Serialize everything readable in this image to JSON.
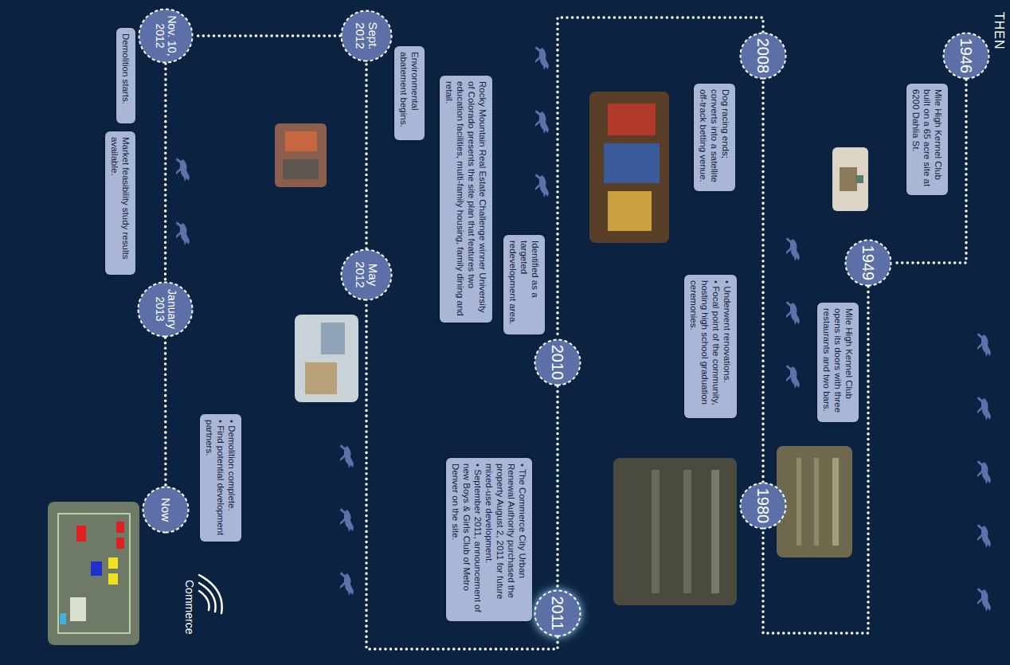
{
  "diagram": {
    "title": "THEN",
    "nodes": [
      {
        "text": [
          "1946"
        ]
      },
      {
        "text": [
          "Mile High Kennel Club built on a 65 acre site at 6200 Dahlia St."
        ]
      },
      {
        "text": [
          "1949"
        ]
      },
      {
        "text": [
          "Mile High Kennel Club opens its doors with three restaurants and two bars."
        ]
      },
      {
        "text": [
          "1980"
        ]
      },
      {
        "text": [
          "• Underwent renovations.",
          "• Focal point of the community, hosting high school graduation ceremonies."
        ]
      },
      {
        "text": [
          "2008"
        ]
      },
      {
        "text": [
          "Dog racing ends; converts into a satellite off-track betting venue."
        ]
      },
      {
        "text": [
          "2010"
        ]
      },
      {
        "text": [
          "Identified as a targeted redevelopment area."
        ]
      },
      {
        "text": [
          "2011"
        ]
      },
      {
        "text": [
          "• The Commerce City Urban Renewal Authority purchased the property August 2, 2011 for future mixed-use development.",
          "• September 2011, announcement of new Boys & Girls Club of Metro Denver on the site."
        ]
      },
      {
        "text": [
          "May 2012"
        ]
      },
      {
        "text": [
          "Rocky Mountain Real Estate Challenge winner University of Colorado presents the site plan that features two education facilities, multi-family housing, family dining and retail."
        ]
      },
      {
        "text": [
          "Sept. 2012"
        ]
      },
      {
        "text": [
          "Environmental abatement begins."
        ]
      },
      {
        "text": [
          "Nov. 10, 2012"
        ]
      },
      {
        "text": [
          "Demolition starts."
        ]
      },
      {
        "text": [
          "January 2013"
        ]
      },
      {
        "text": [
          "Market feasibility study results available."
        ]
      },
      {
        "text": [
          "Now"
        ]
      },
      {
        "text": [
          "• Demolition complete.",
          "• Find potential development partners."
        ]
      }
    ],
    "edges": [
      {
        "from": 0,
        "to": 2,
        "arrow": "none"
      },
      {
        "from": 2,
        "to": 4,
        "arrow": "none"
      },
      {
        "from": 4,
        "to": 6,
        "arrow": "none"
      },
      {
        "from": 6,
        "to": 8,
        "arrow": "none"
      },
      {
        "from": 8,
        "to": 10,
        "arrow": "none"
      },
      {
        "from": 10,
        "to": 12,
        "arrow": "none"
      },
      {
        "from": 12,
        "to": 14,
        "arrow": "none"
      },
      {
        "from": 14,
        "to": 16,
        "arrow": "none"
      },
      {
        "from": 16,
        "to": 18,
        "arrow": "none"
      },
      {
        "from": 18,
        "to": 20,
        "arrow": "none"
      }
    ],
    "labels": [
      "Commerce"
    ]
  }
}
